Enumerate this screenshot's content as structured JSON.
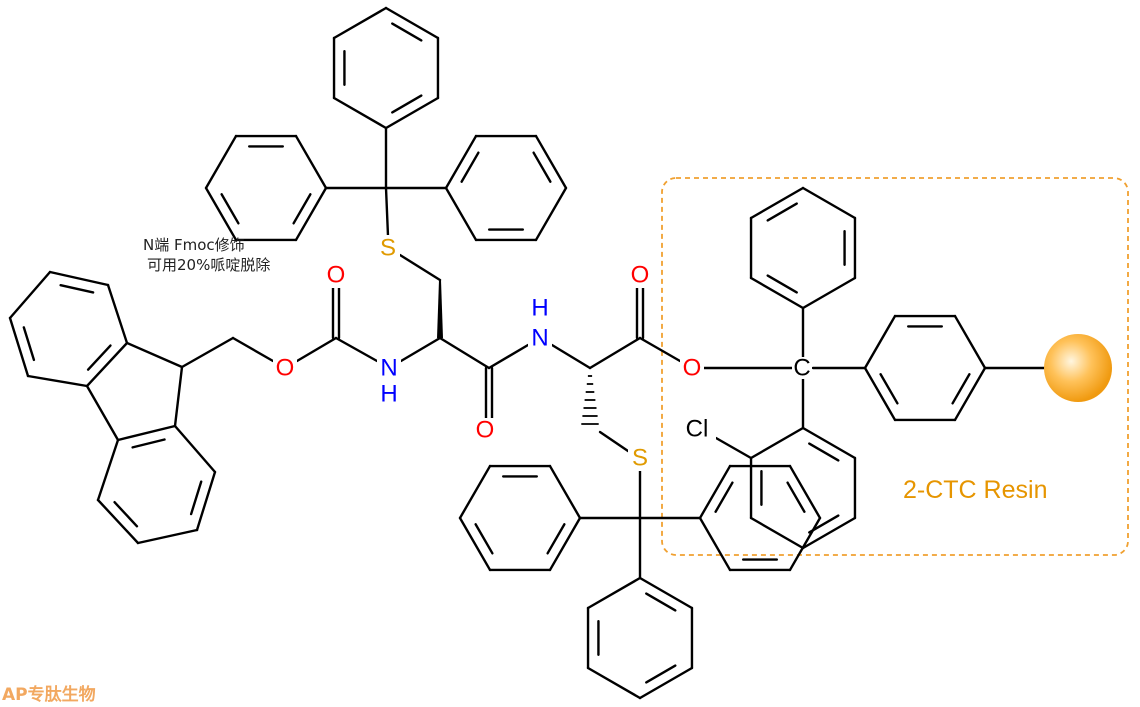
{
  "annotation": {
    "line1": "N端 Fmoc修饰",
    "line2": "可用20%哌啶脱除"
  },
  "resin_label": "2-CTC Resin",
  "watermark": "AP专肽生物",
  "atoms": {
    "O": "O",
    "N": "N",
    "H": "H",
    "S": "S",
    "C": "C",
    "Cl": "Cl"
  },
  "colors": {
    "oxygen": "#ff0000",
    "nitrogen": "#0000ff",
    "sulfur": "#e09a00",
    "resin": "#f0a030"
  }
}
